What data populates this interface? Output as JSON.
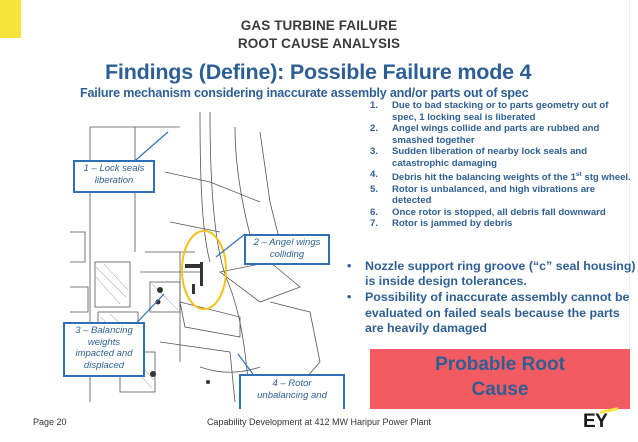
{
  "header": {
    "line1": "GAS TURBINE FAILURE",
    "line2": "ROOT CAUSE ANALYSIS"
  },
  "title": "Findings (Define): Possible Failure mode 4",
  "subtitle": "Failure mechanism considering inaccurate assembly and/or parts out of spec",
  "diagram": {
    "callouts": {
      "lock_seals": [
        "1 – Lock seals",
        "liberation"
      ],
      "angel_wings": [
        "2 – Angel wings",
        "colliding"
      ],
      "balancing": [
        "3 – Balancing",
        "weights",
        "impacted and",
        "displaced"
      ],
      "rotor": [
        "4 – Rotor",
        "unbalancing and"
      ]
    }
  },
  "numbered_list": [
    {
      "num": "1.",
      "text": "Due to bad stacking or to parts geometry out of spec, 1 locking seal is liberated"
    },
    {
      "num": "2.",
      "text": "Angel wings collide and parts are rubbed and smashed together"
    },
    {
      "num": "3.",
      "text": "Sudden liberation of nearby lock seals and catastrophic damaging"
    },
    {
      "num": "4.",
      "text_pre": "Debris hit the balancing weights of the 1",
      "text_sup": "st",
      "text_post": " stg wheel."
    },
    {
      "num": "5.",
      "text": "Rotor is unbalanced, and high vibrations are detected"
    },
    {
      "num": "6.",
      "text": "Once rotor is stopped, all debris fall downward"
    },
    {
      "num": "7.",
      "text": "Rotor is jammed by debris"
    }
  ],
  "bullets": [
    "Nozzle support ring groove (“c” seal housing) is inside design tolerances.",
    "Possibility of inaccurate assembly cannot be evaluated on failed seals because the parts are heavily damaged"
  ],
  "root_cause": {
    "line1": "Probable Root",
    "line2": "Cause"
  },
  "footer": {
    "page": "Page 20",
    "text": "Capability Development at 412 MW Haripur Power Plant",
    "logo": "EY"
  },
  "colors": {
    "accent_blue": "#2d5f95",
    "callout_border": "#2f6fb5",
    "highlight_yellow": "#f5c21b",
    "root_red": "#f25b61",
    "ey_yellow": "#f7e43a"
  }
}
